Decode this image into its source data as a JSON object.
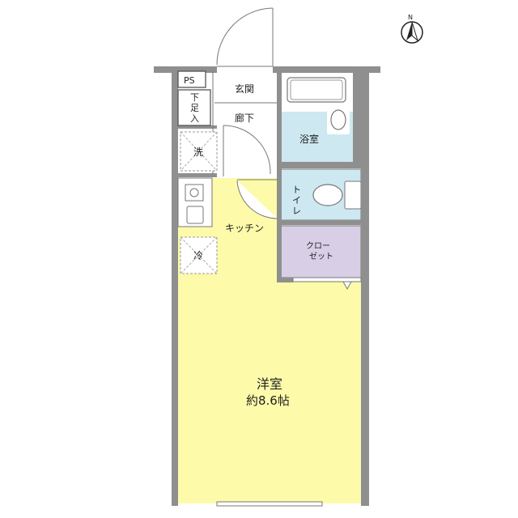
{
  "plan": {
    "north_label": "N",
    "rooms": {
      "ps": "PS",
      "shoe_box": [
        "下",
        "足",
        "入"
      ],
      "entrance": "玄関",
      "hallway": "廊下",
      "washer": "洗",
      "bathroom": "浴室",
      "toilet": [
        "ト",
        "イ",
        "レ"
      ],
      "kitchen": "キッチン",
      "closet": [
        "クロー",
        "ゼット"
      ],
      "fridge": "冷",
      "western_room": "洋室",
      "western_room_size": "約8.6帖"
    },
    "colors": {
      "wall": "#8f8f8f",
      "western_room": "#fdfbaa",
      "wet_area": "#cde8f0",
      "closet": "#d8cfe6"
    }
  }
}
